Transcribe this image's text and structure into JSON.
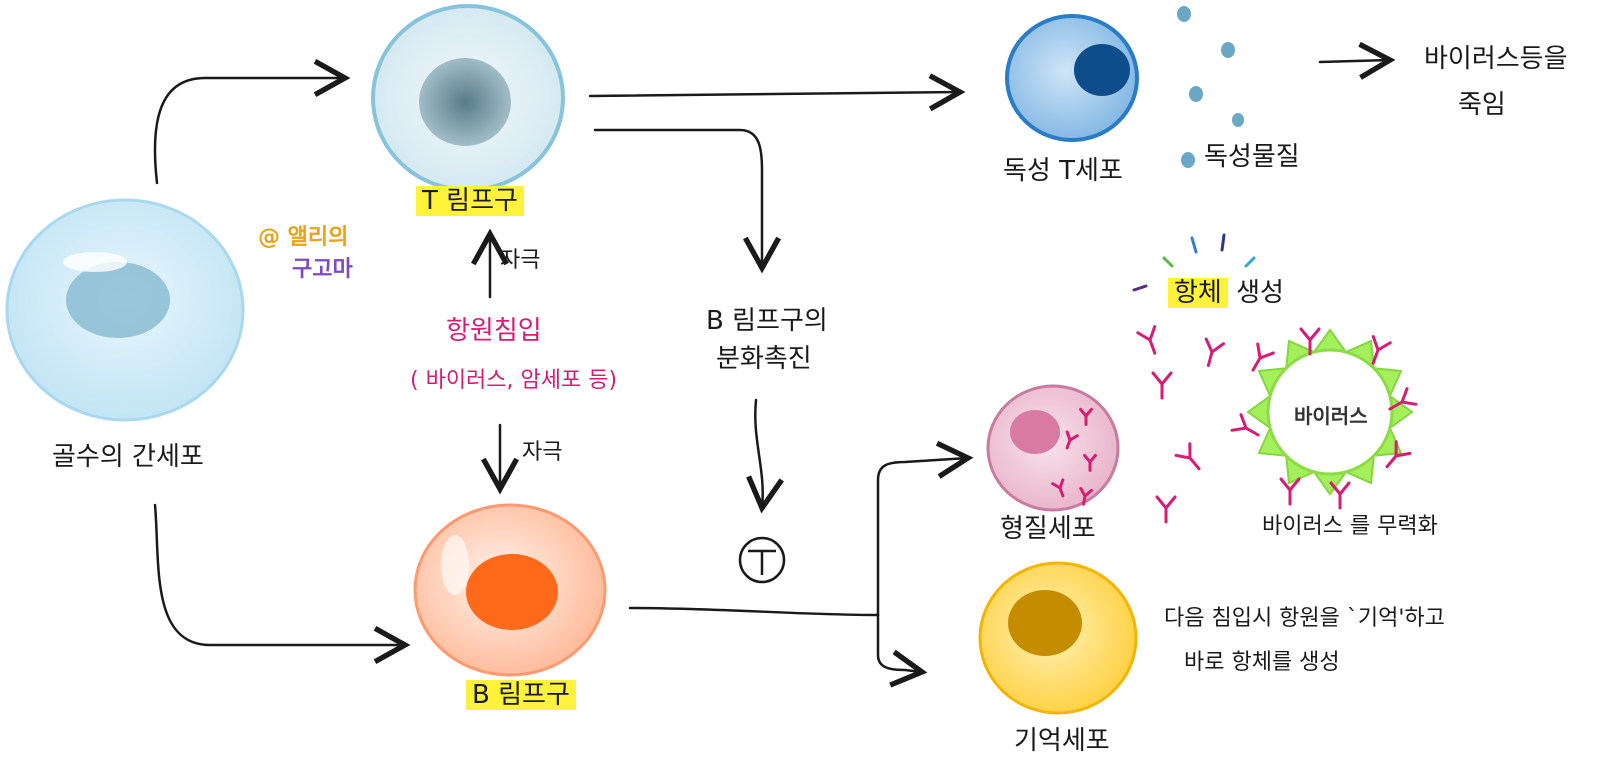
{
  "watermark": {
    "line1": "@ 앨리의",
    "line2": "구고마"
  },
  "cells": {
    "stem": "골수의 간세포",
    "t_lymph": "T 림프구",
    "b_lymph": "B 림프구",
    "killer_t": "독성 T세포",
    "plasma": "형질세포",
    "memory": "기억세포",
    "virus": "바이러스"
  },
  "labels": {
    "toxin": "독성물질",
    "kill_line1": "바이러스등을",
    "kill_line2": "죽임",
    "stim_up": "자극",
    "stim_down": "자극",
    "invasion_line1": "항원침입",
    "invasion_line2": "( 바이러스, 암세포 등)",
    "promote_line1": "B 림프구의",
    "promote_line2": "분화촉진",
    "antibody": "항체",
    "antibody_suffix": "생성",
    "neutralize": "바이러스 를 무력화",
    "memory_line1": "다음 침입시  항원을 `기억'하고",
    "memory_line2": "바로 항체를 생성"
  },
  "colors": {
    "stem": "#bfe3f4",
    "t_lymph": "#cfe6f0",
    "killer_t": "#8ec1ea",
    "b_lymph": "#ffc4a6",
    "plasma": "#f2c6d8",
    "memory": "#ffd866",
    "virus_spike": "#a4f05c",
    "antibody": "#d81b73",
    "highlight": "#fff23a"
  }
}
